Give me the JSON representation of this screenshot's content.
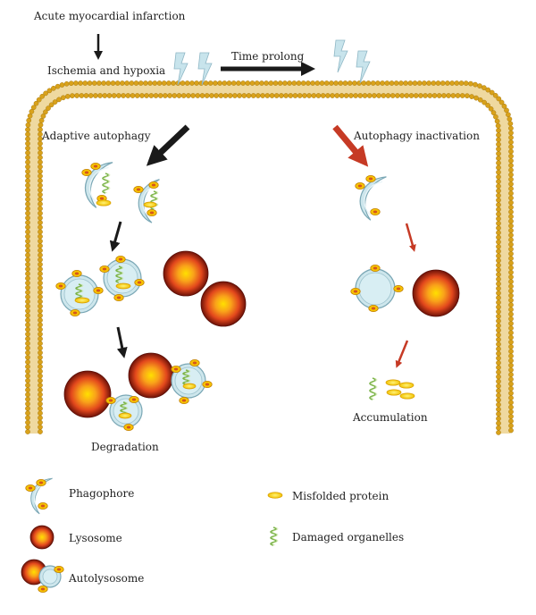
{
  "top": {
    "trigger": "Acute myocardial infarction",
    "result": "Ischemia and hypoxia",
    "time": "Time prolong"
  },
  "left_path": {
    "title": "Adaptive autophagy",
    "outcome": "Degradation"
  },
  "right_path": {
    "title": "Autophagy inactivation",
    "outcome": "Accumulation"
  },
  "legend": {
    "phagophore": "Phagophore",
    "lysosome": "Lysosome",
    "autolysosome": "Autolysosome",
    "misfolded_protein": "Misfolded protein",
    "damaged_organelles": "Damaged organelles"
  },
  "colors": {
    "membrane_gold": "#d9a21b",
    "lightning": "#c8e4ec",
    "vesicle_fill": "#cde6ec",
    "vesicle_stroke": "#7aa7b5",
    "lysosome_core": "#ffd400",
    "lysosome_mid": "#e8461a",
    "lysosome_edge": "#6e1208",
    "arrow_dark": "#1a1a1a",
    "arrow_red": "#c63a25"
  }
}
